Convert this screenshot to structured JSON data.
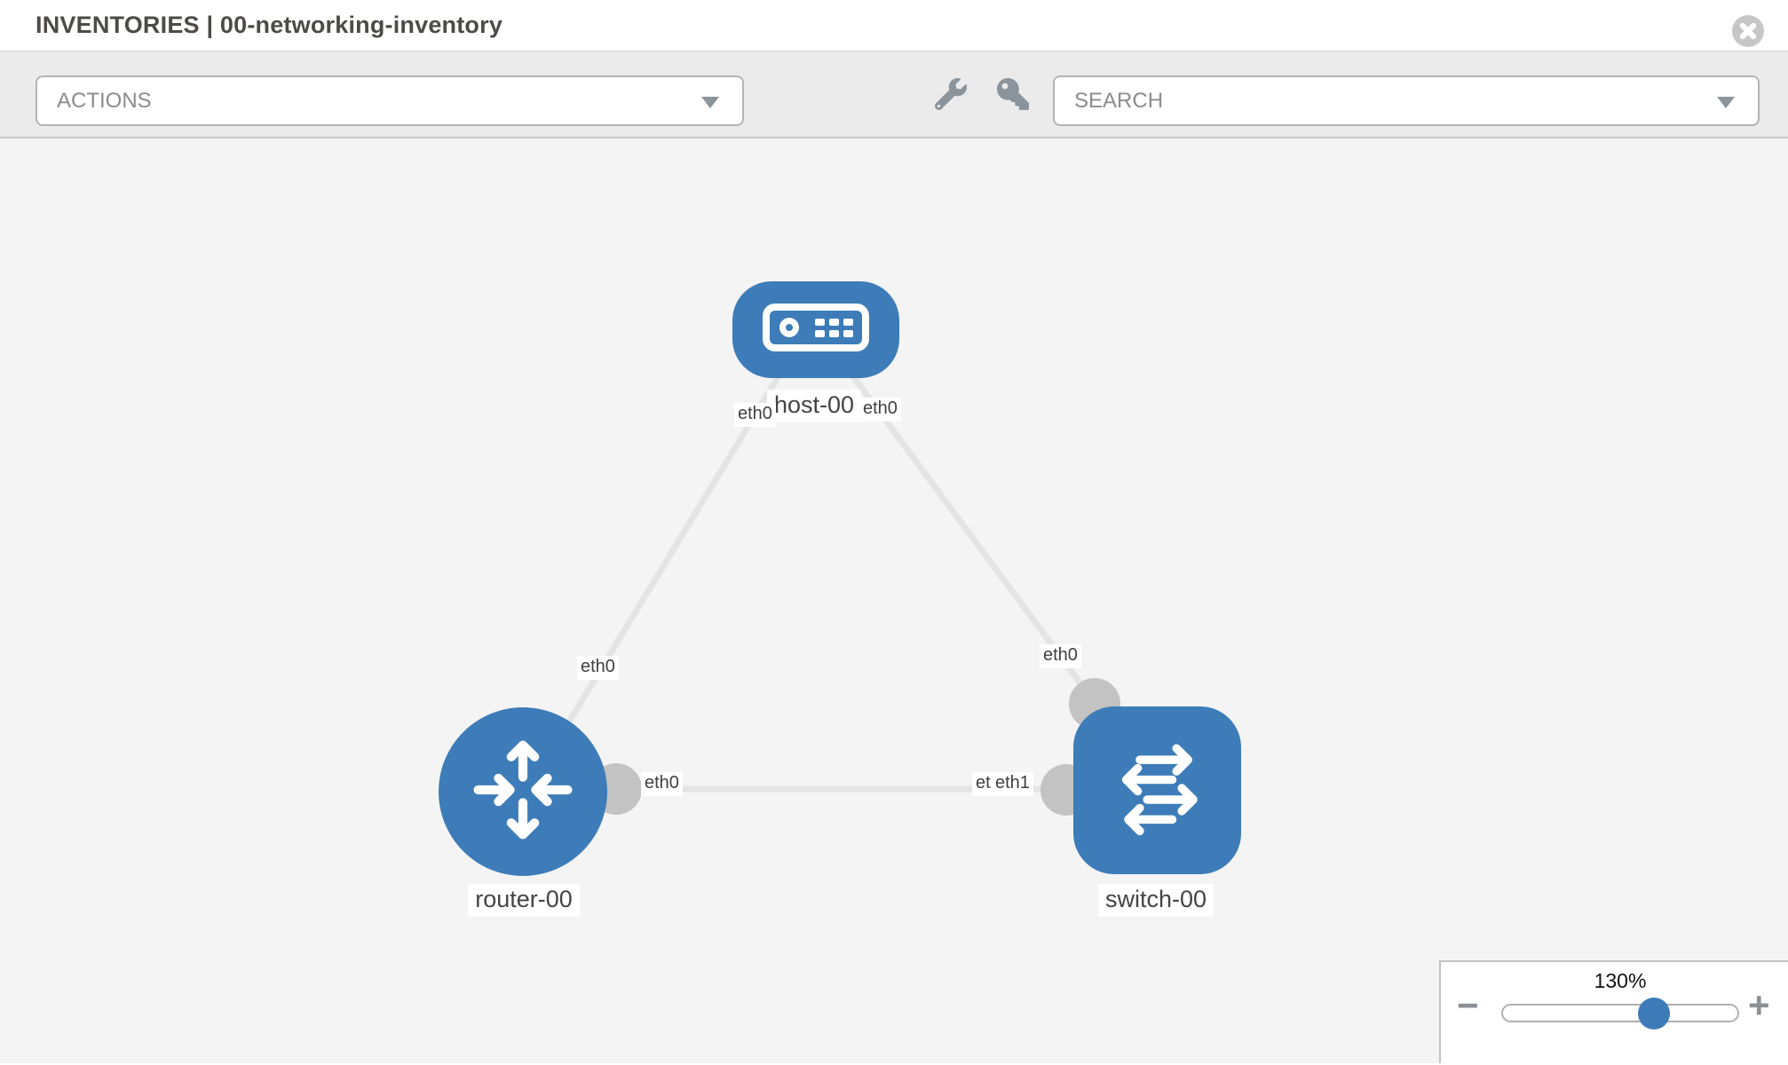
{
  "header": {
    "title": "INVENTORIES | 00-networking-inventory"
  },
  "toolbar": {
    "actions_label": "ACTIONS",
    "search_label": "SEARCH"
  },
  "icons": {
    "close": "circle-x",
    "wrench": "wrench",
    "key": "key",
    "caret": "triangle-down"
  },
  "topology": {
    "nodes": [
      {
        "id": "host-00",
        "type": "host",
        "label": "host-00"
      },
      {
        "id": "router-00",
        "type": "router",
        "label": "router-00"
      },
      {
        "id": "switch-00",
        "type": "switch",
        "label": "switch-00"
      }
    ],
    "links": [
      {
        "from": "host-00",
        "to": "router-00",
        "from_interface": "eth0",
        "to_interface": "eth0"
      },
      {
        "from": "host-00",
        "to": "switch-00",
        "from_interface": "eth0",
        "to_interface": "eth0"
      },
      {
        "from": "router-00",
        "to": "switch-00",
        "from_interface": "eth0",
        "to_interface": "eth1"
      }
    ],
    "if_labels": [
      {
        "id": "host-side-to-router",
        "text": "eth0"
      },
      {
        "id": "host-side-to-switch",
        "text": "eth0"
      },
      {
        "id": "router-side-to-host",
        "text": "eth0"
      },
      {
        "id": "switch-side-to-host",
        "text": "eth0"
      },
      {
        "id": "router-side-to-switch",
        "text": "eth0"
      },
      {
        "id": "switch-side-underlap",
        "text": "eth0"
      },
      {
        "id": "switch-side-to-router",
        "text": "eth1"
      }
    ]
  },
  "zoom": {
    "level": "130%",
    "minus_label": "−",
    "plus_label": "+"
  },
  "colors": {
    "node_blue": "#3d7cb8",
    "connector_gray": "#c3c3c3",
    "link_gray": "#e4e4e4",
    "canvas_bg": "#f4f4f4",
    "toolbar_bg": "#ebebeb"
  }
}
